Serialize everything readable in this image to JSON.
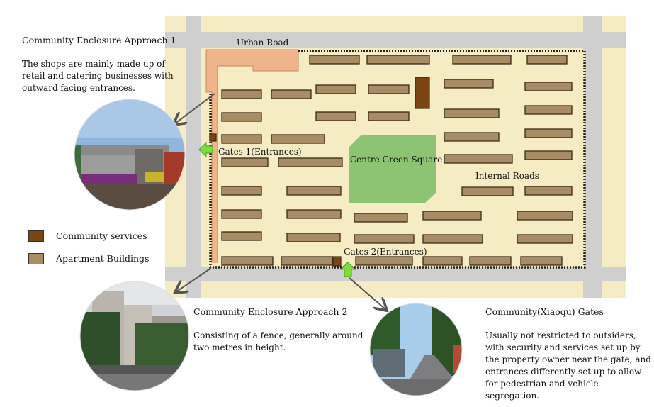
{
  "colors": {
    "community_services": "#7a4413",
    "apartment_buildings": "#a78c66",
    "green_square": "#8cc473",
    "shops": "#f0b48a",
    "road": "#cfcfcf",
    "block": "#f5ecc3",
    "gate_arrow": "#7ddc3f"
  },
  "map": {
    "urban_road_label": "Urban Road",
    "green_square_label": "Centre Green Square",
    "internal_roads_label": "Internal Roads",
    "gate1_label": "Gates 1(Entrances)",
    "gate2_label": "Gates 2(Entrances)"
  },
  "legend": {
    "items": [
      {
        "label": "Community services",
        "color": "#7a4413"
      },
      {
        "label": "Apartment Buildings",
        "color": "#a78c66"
      }
    ]
  },
  "annotations": {
    "approach1": {
      "title": "Community Enclosure Approach 1",
      "body": "The shops are mainly made up of\nretail and catering businesses with\noutward facing entrances."
    },
    "approach2": {
      "title": "Community Enclosure Approach 2",
      "body": "Consisting of a fence, generally around\ntwo metres in height."
    },
    "gates": {
      "title": "Community(Xiaoqu) Gates",
      "body": "Usually not restricted to outsiders,\nwith security and services set up by\nthe property owner near the gate, and\nentrances differently set up to allow\nfor pedestrian and vehicle segregation."
    }
  },
  "photos": [
    {
      "icon": "shop-street-photo-icon"
    },
    {
      "icon": "apartment-fence-photo-icon"
    },
    {
      "icon": "gate-street-photo-icon"
    }
  ]
}
